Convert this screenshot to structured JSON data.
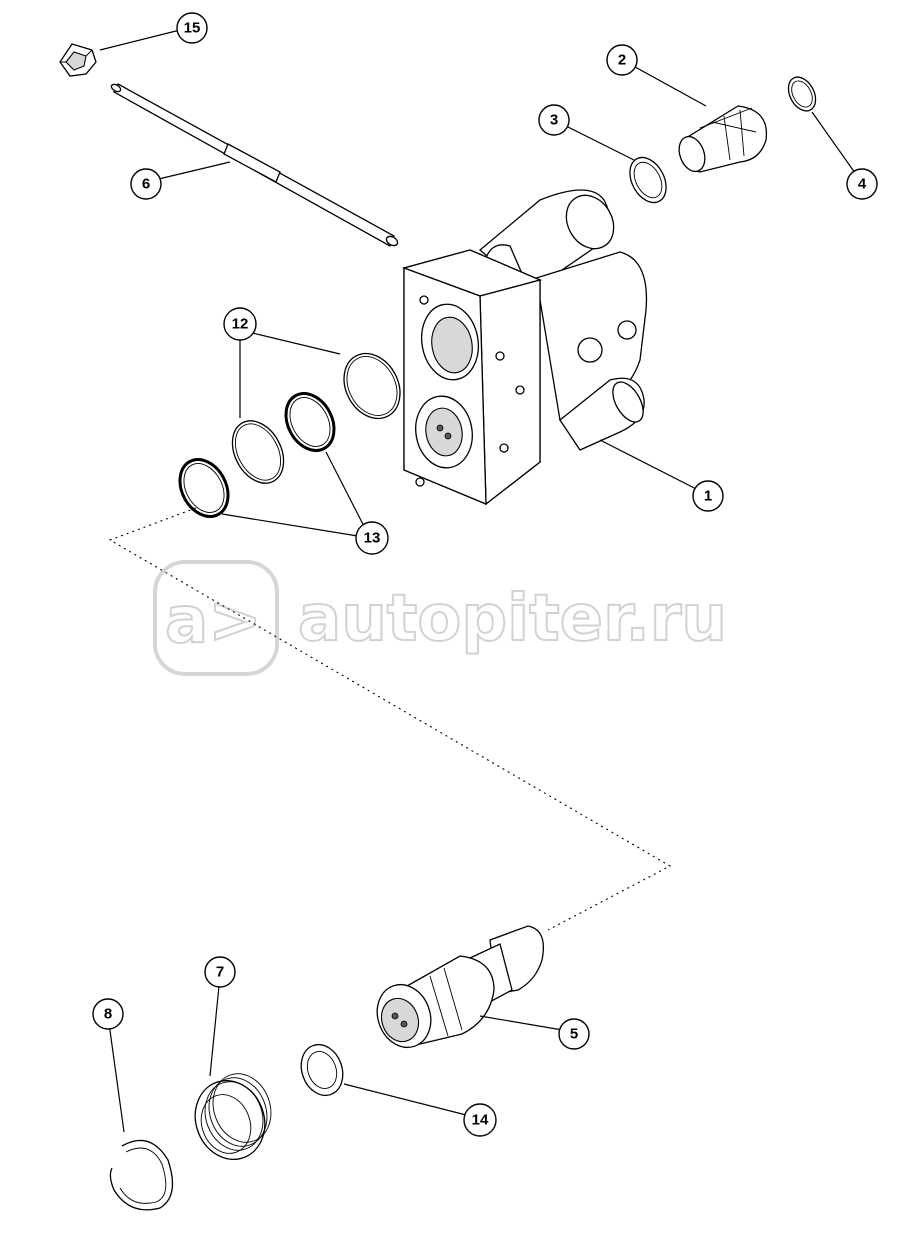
{
  "watermark": {
    "text": "autopiter.ru",
    "logo_text": "a>"
  },
  "callouts": [
    {
      "id": "1",
      "label": "1"
    },
    {
      "id": "2",
      "label": "2"
    },
    {
      "id": "3",
      "label": "3"
    },
    {
      "id": "4",
      "label": "4"
    },
    {
      "id": "5",
      "label": "5"
    },
    {
      "id": "6",
      "label": "6"
    },
    {
      "id": "7",
      "label": "7"
    },
    {
      "id": "8",
      "label": "8"
    },
    {
      "id": "12",
      "label": "12"
    },
    {
      "id": "13",
      "label": "13"
    },
    {
      "id": "14",
      "label": "14"
    },
    {
      "id": "15",
      "label": "15"
    }
  ]
}
